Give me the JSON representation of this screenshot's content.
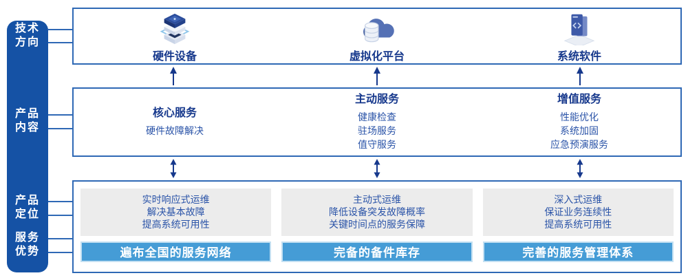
{
  "colors": {
    "sidebar_bg": "#1552A5",
    "panel_border": "#2E68B5",
    "title_text": "#16388C",
    "body_text": "#2B54A8",
    "gray_box_bg": "#ECECEC",
    "banner_bg": "#459CD6",
    "banner_border": "#C3E0F2",
    "arrow": "#16388C"
  },
  "sidebar": {
    "labels": [
      {
        "lines": [
          "技术",
          "方向"
        ]
      },
      {
        "lines": [
          "产品",
          "内容"
        ]
      },
      {
        "lines": [
          "产品",
          "定位"
        ]
      },
      {
        "lines": [
          "服务",
          "优势"
        ]
      }
    ]
  },
  "tech_row": {
    "items": [
      {
        "icon": "server-stack-icon",
        "label": "硬件设备"
      },
      {
        "icon": "cloud-database-icon",
        "label": "虚拟化平台"
      },
      {
        "icon": "code-window-icon",
        "label": "系统软件"
      }
    ]
  },
  "services_row": {
    "columns": [
      {
        "title": "核心服务",
        "items": [
          "硬件故障解决"
        ]
      },
      {
        "title": "主动服务",
        "items": [
          "健康检查",
          "驻场服务",
          "值守服务"
        ]
      },
      {
        "title": "增值服务",
        "items": [
          "性能优化",
          "系统加固",
          "应急预演服务"
        ]
      }
    ]
  },
  "positioning_row": {
    "columns": [
      {
        "lines": [
          "实时响应式运维",
          "解决基本故障",
          "提高系统可用性"
        ],
        "banner": "遍布全国的服务网络"
      },
      {
        "lines": [
          "主动式运维",
          "降低设备突发故障概率",
          "关键时间点的服务保障"
        ],
        "banner": "完备的备件库存"
      },
      {
        "lines": [
          "深入式运维",
          "保证业务连续性",
          "提高系统可用性"
        ],
        "banner": "完善的服务管理体系"
      }
    ]
  }
}
